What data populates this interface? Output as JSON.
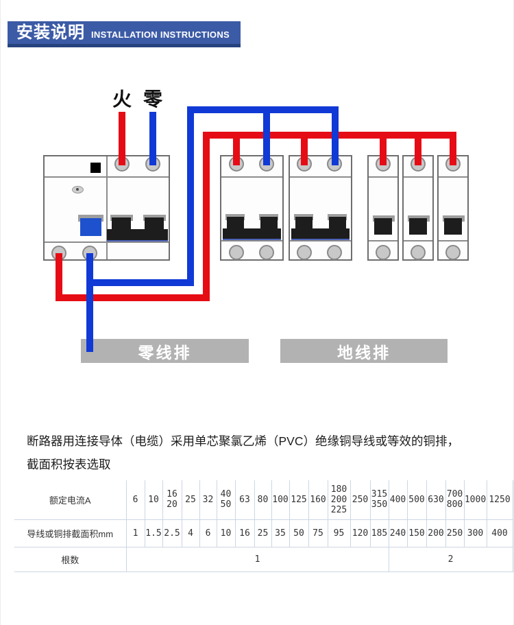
{
  "banner": {
    "title_zh": "安装说明",
    "title_en": "INSTALLATION INSTRUCTIONS"
  },
  "diagram": {
    "live_label": "火",
    "neutral_label": "零",
    "neutral_bar_label": "零线排",
    "ground_bar_label": "地线排"
  },
  "note": {
    "line1": "断路器用连接导体（电缆）采用单芯聚氯乙烯（PVC）绝缘铜导线或等效的铜排，",
    "line2": "截面积按表选取"
  },
  "table": {
    "rows": [
      {
        "header": "额定电流A",
        "values": [
          "6",
          "10",
          "16\n20",
          "25",
          "32",
          "40\n50",
          "63",
          "80",
          "100",
          "125",
          "160",
          "180\n200\n225",
          "250",
          "315\n350",
          "400",
          "500",
          "630",
          "700\n800",
          "1000",
          "1250"
        ]
      },
      {
        "header": "导线或铜排截面积mm",
        "values": [
          "1",
          "1.5",
          "2.5",
          "4",
          "6",
          "10",
          "16",
          "25",
          "35",
          "50",
          "75",
          "95",
          "120",
          "185",
          "240",
          "150",
          "200",
          "250",
          "300",
          "400"
        ]
      },
      {
        "header": "根数",
        "values": [
          {
            "text": "1",
            "span": 14
          },
          {
            "text": "2",
            "span": 6
          }
        ]
      }
    ]
  },
  "colors": {
    "wire-red": "#e60c15",
    "wire-blue": "#1039d6",
    "banner-bg": "#3c5ba6",
    "banner-edge": "#27437e",
    "busbar-bg": "#b2b2b2",
    "handle-blue": "#1e51cd",
    "table-border": "#cbd6e4",
    "bk-border": "#6e6e6e",
    "bk-line": "#8c8c8c",
    "metal": "#9e9e9e",
    "black-part": "#1d1d1d",
    "term-fill": "#c8c8c8",
    "term-ring": "#8a8a8a"
  }
}
